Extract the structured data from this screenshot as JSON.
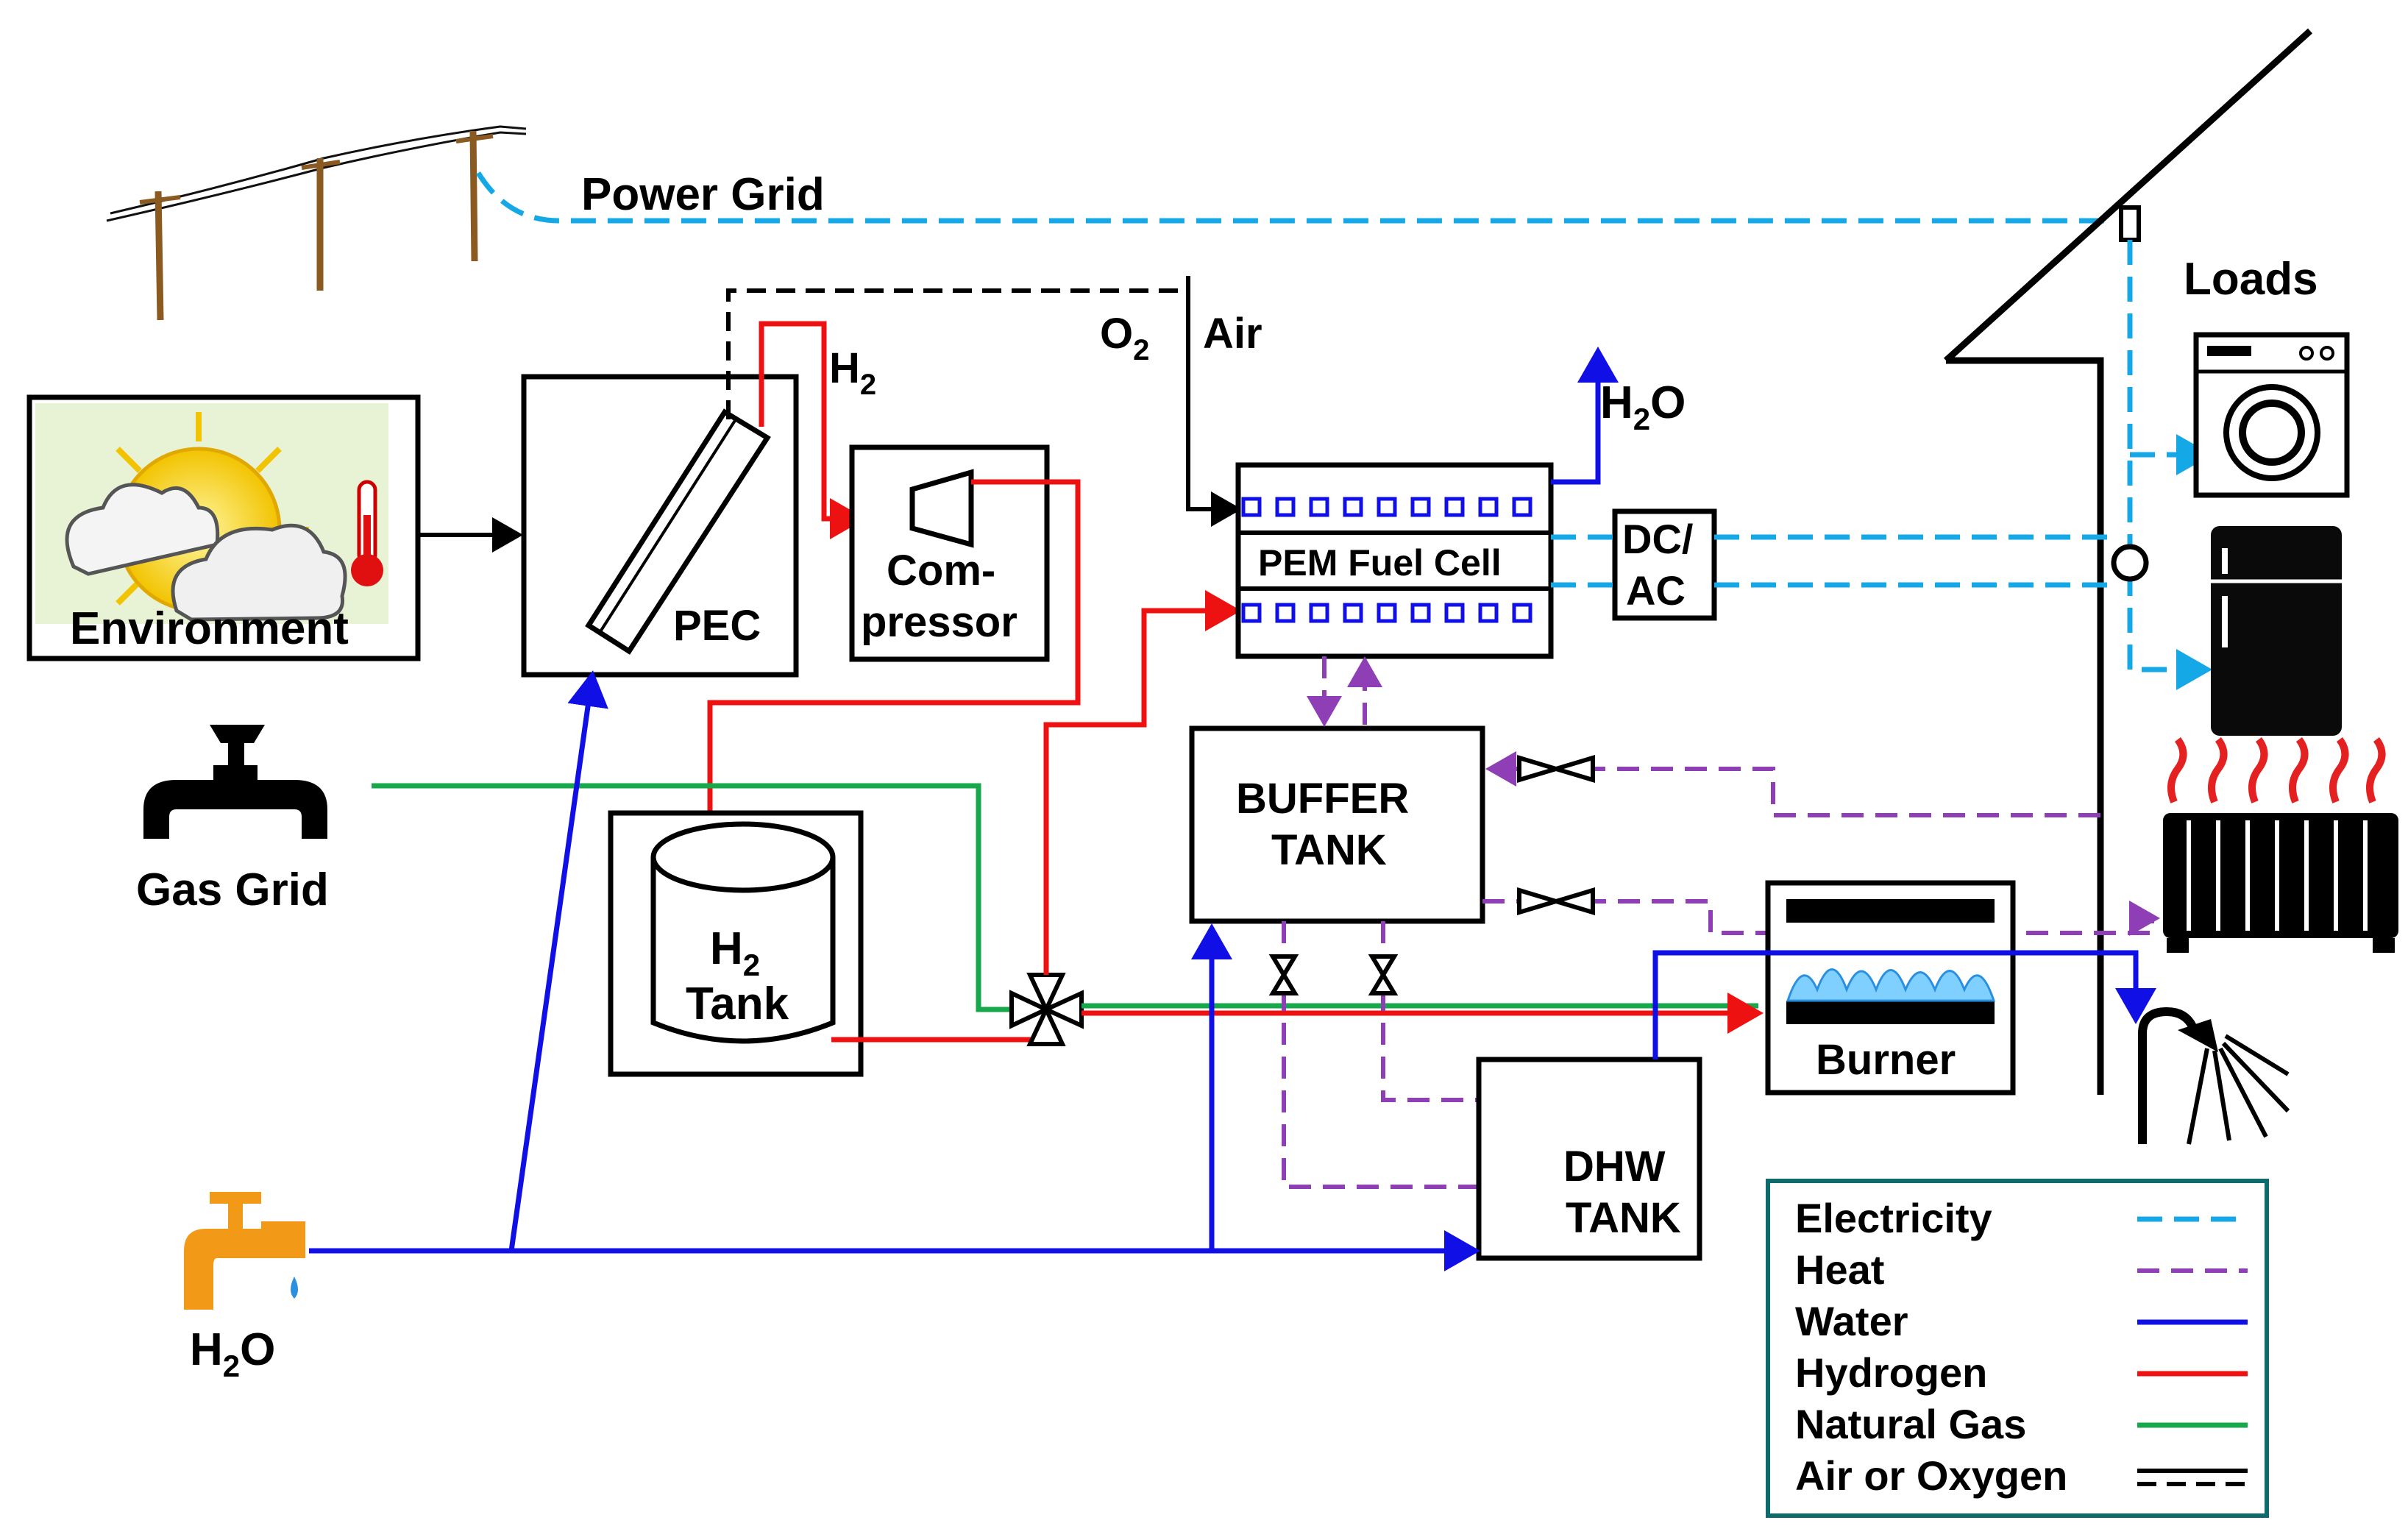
{
  "labels": {
    "power_grid": "Power Grid",
    "loads": "Loads",
    "environment": "Environment",
    "pec": "PEC",
    "h2_pec": "H",
    "h2_pec_sub": "2",
    "o2": "O",
    "o2_sub": "2",
    "air": "Air",
    "compressor_1": "Com-",
    "compressor_2": "pressor",
    "h2o_out": "H",
    "h2o_out_sub": "2",
    "h2o_out_end": "O",
    "fuel_cell": "PEM Fuel Cell",
    "dcac_1": "DC/",
    "dcac_2": "AC",
    "gas_grid": "Gas Grid",
    "h2_tank_1": "H",
    "h2_tank_sub": "2",
    "h2_tank_2": "Tank",
    "buffer_1": "BUFFER",
    "buffer_2": "TANK",
    "burner": "Burner",
    "dhw_1": "DHW",
    "dhw_2": "TANK",
    "h2o_in": "H",
    "h2o_in_sub": "2",
    "h2o_in_end": "O"
  },
  "legend": {
    "items": [
      {
        "label": "Electricity",
        "style": "elec",
        "color": "#15a8e6"
      },
      {
        "label": "Heat",
        "style": "heat",
        "color": "#8e3fb5"
      },
      {
        "label": "Water",
        "style": "water",
        "color": "#1010e6"
      },
      {
        "label": "Hydrogen",
        "style": "hydro",
        "color": "#ee1111"
      },
      {
        "label": "Natural Gas",
        "style": "gas",
        "color": "#16a84a"
      },
      {
        "label": "Air or Oxygen",
        "style": "air",
        "color": "#000000"
      }
    ]
  },
  "icons": [
    "power-line-icon",
    "sun-cloud-icon",
    "thermometer-icon",
    "gas-valve-icon",
    "water-tap-icon",
    "washing-machine-icon",
    "refrigerator-icon",
    "radiator-icon",
    "shower-icon",
    "flame-icon"
  ]
}
